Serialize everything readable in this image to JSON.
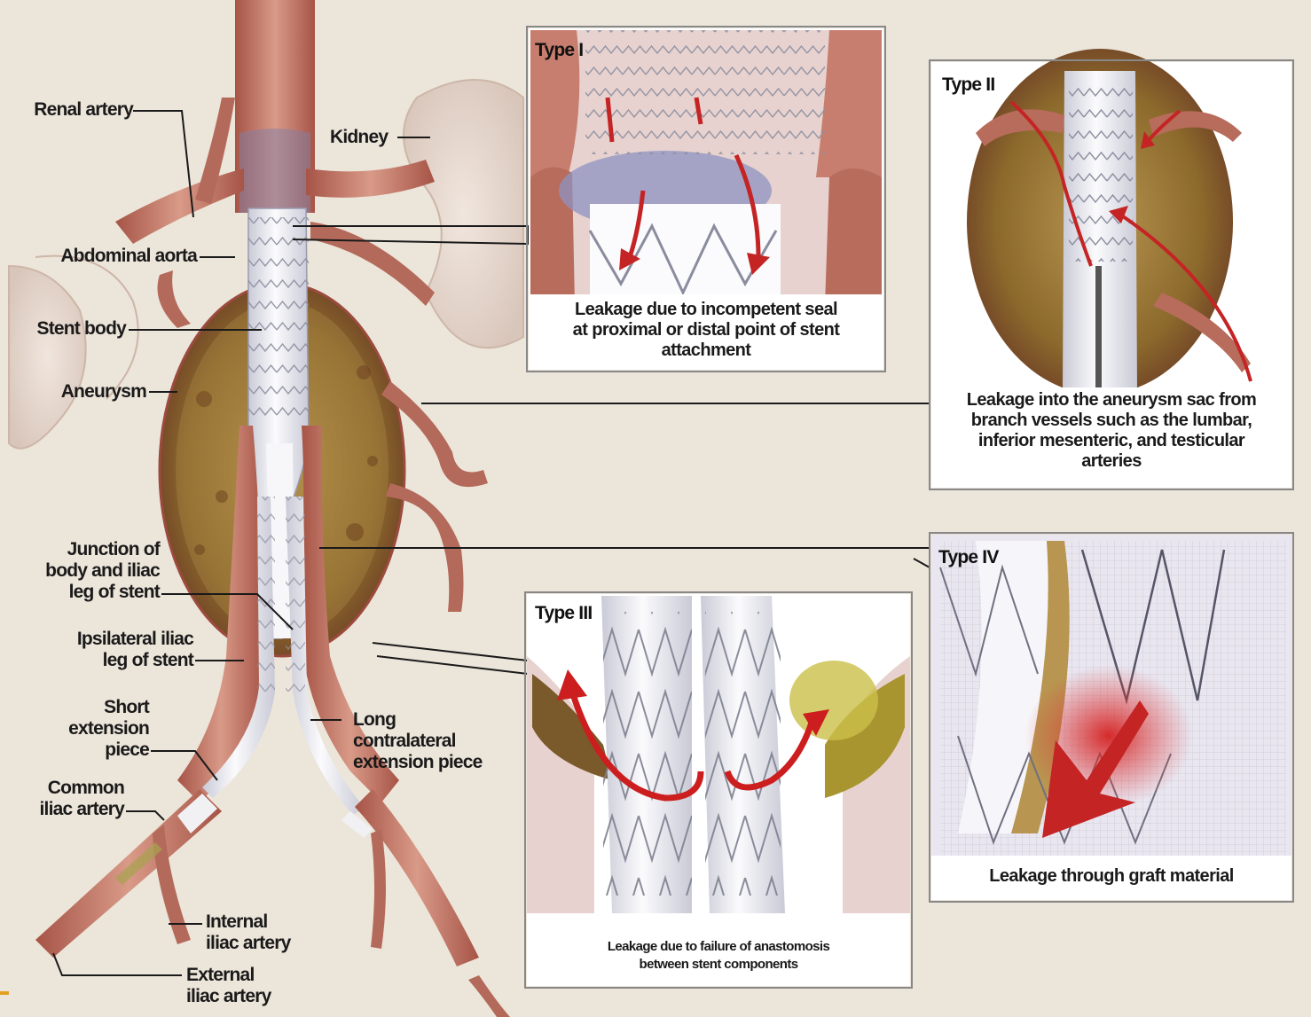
{
  "colors": {
    "background": "#e9e1d5",
    "vessel": "#c77e6e",
    "vessel_dark": "#9c4a3e",
    "stent": "#f3f3f6",
    "aneurysm": "#8a6a2a",
    "leak_arrow": "#d21f1f",
    "panel_border": "#888888"
  },
  "labels": {
    "renal_artery": "Renal artery",
    "kidney": "Kidney",
    "abdominal_aorta": "Abdominal aorta",
    "stent_body": "Stent body",
    "aneurysm": "Aneurysm",
    "junction": "Junction of\nbody and iliac\nleg of stent",
    "ipsilateral": "Ipsilateral iliac\nleg of stent",
    "short_extension": "Short\nextension\npiece",
    "common_iliac": "Common\niliac artery",
    "long_extension": "Long\ncontralateral\nextension piece",
    "internal_iliac": "Internal\niliac artery",
    "external_iliac": "External\niliac artery"
  },
  "panels": {
    "type1": {
      "title": "Type I",
      "caption": "Leakage due to incompetent seal\nat proximal or distal point of stent\nattachment"
    },
    "type2": {
      "title": "Type II",
      "caption": "Leakage into the aneurysm sac from\nbranch vessels such as the lumbar,\ninferior mesenteric, and testicular\narteries"
    },
    "type3": {
      "title": "Type III",
      "caption": "Leakage due to failure of anastomosis\nbetween stent components"
    },
    "type4": {
      "title": "Type IV",
      "caption": "Leakage through graft material"
    }
  }
}
